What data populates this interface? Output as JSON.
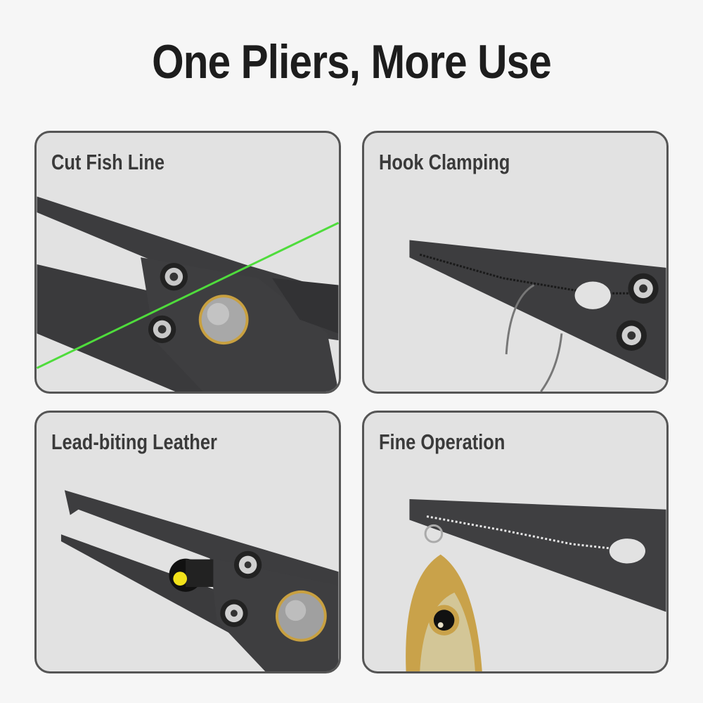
{
  "page": {
    "title": "One Pliers, More Use",
    "background_color": "#f6f6f6",
    "title_color": "#1d1d1d"
  },
  "panels": [
    {
      "label": "Cut Fish Line",
      "image": "pliers cutting green fishing line",
      "accent_color": "#4fdc3c"
    },
    {
      "label": "Hook Clamping",
      "image": "pliers tip clamping a fishing hook",
      "accent_color": "#9a9a9a"
    },
    {
      "label": "Lead-biting Leather",
      "image": "pliers holding lead sinker with yellow core",
      "accent_color": "#f2e21a"
    },
    {
      "label": "Fine Operation",
      "image": "pliers tip gripping split ring of fishing lure",
      "accent_color": "#c9a24a"
    }
  ],
  "style": {
    "panel_fill": "#e2e2e2",
    "panel_border": "#555555",
    "plier_color": "#3b3b3d",
    "brass_ring": "#c8a040",
    "steel": "#b8b8b8"
  }
}
